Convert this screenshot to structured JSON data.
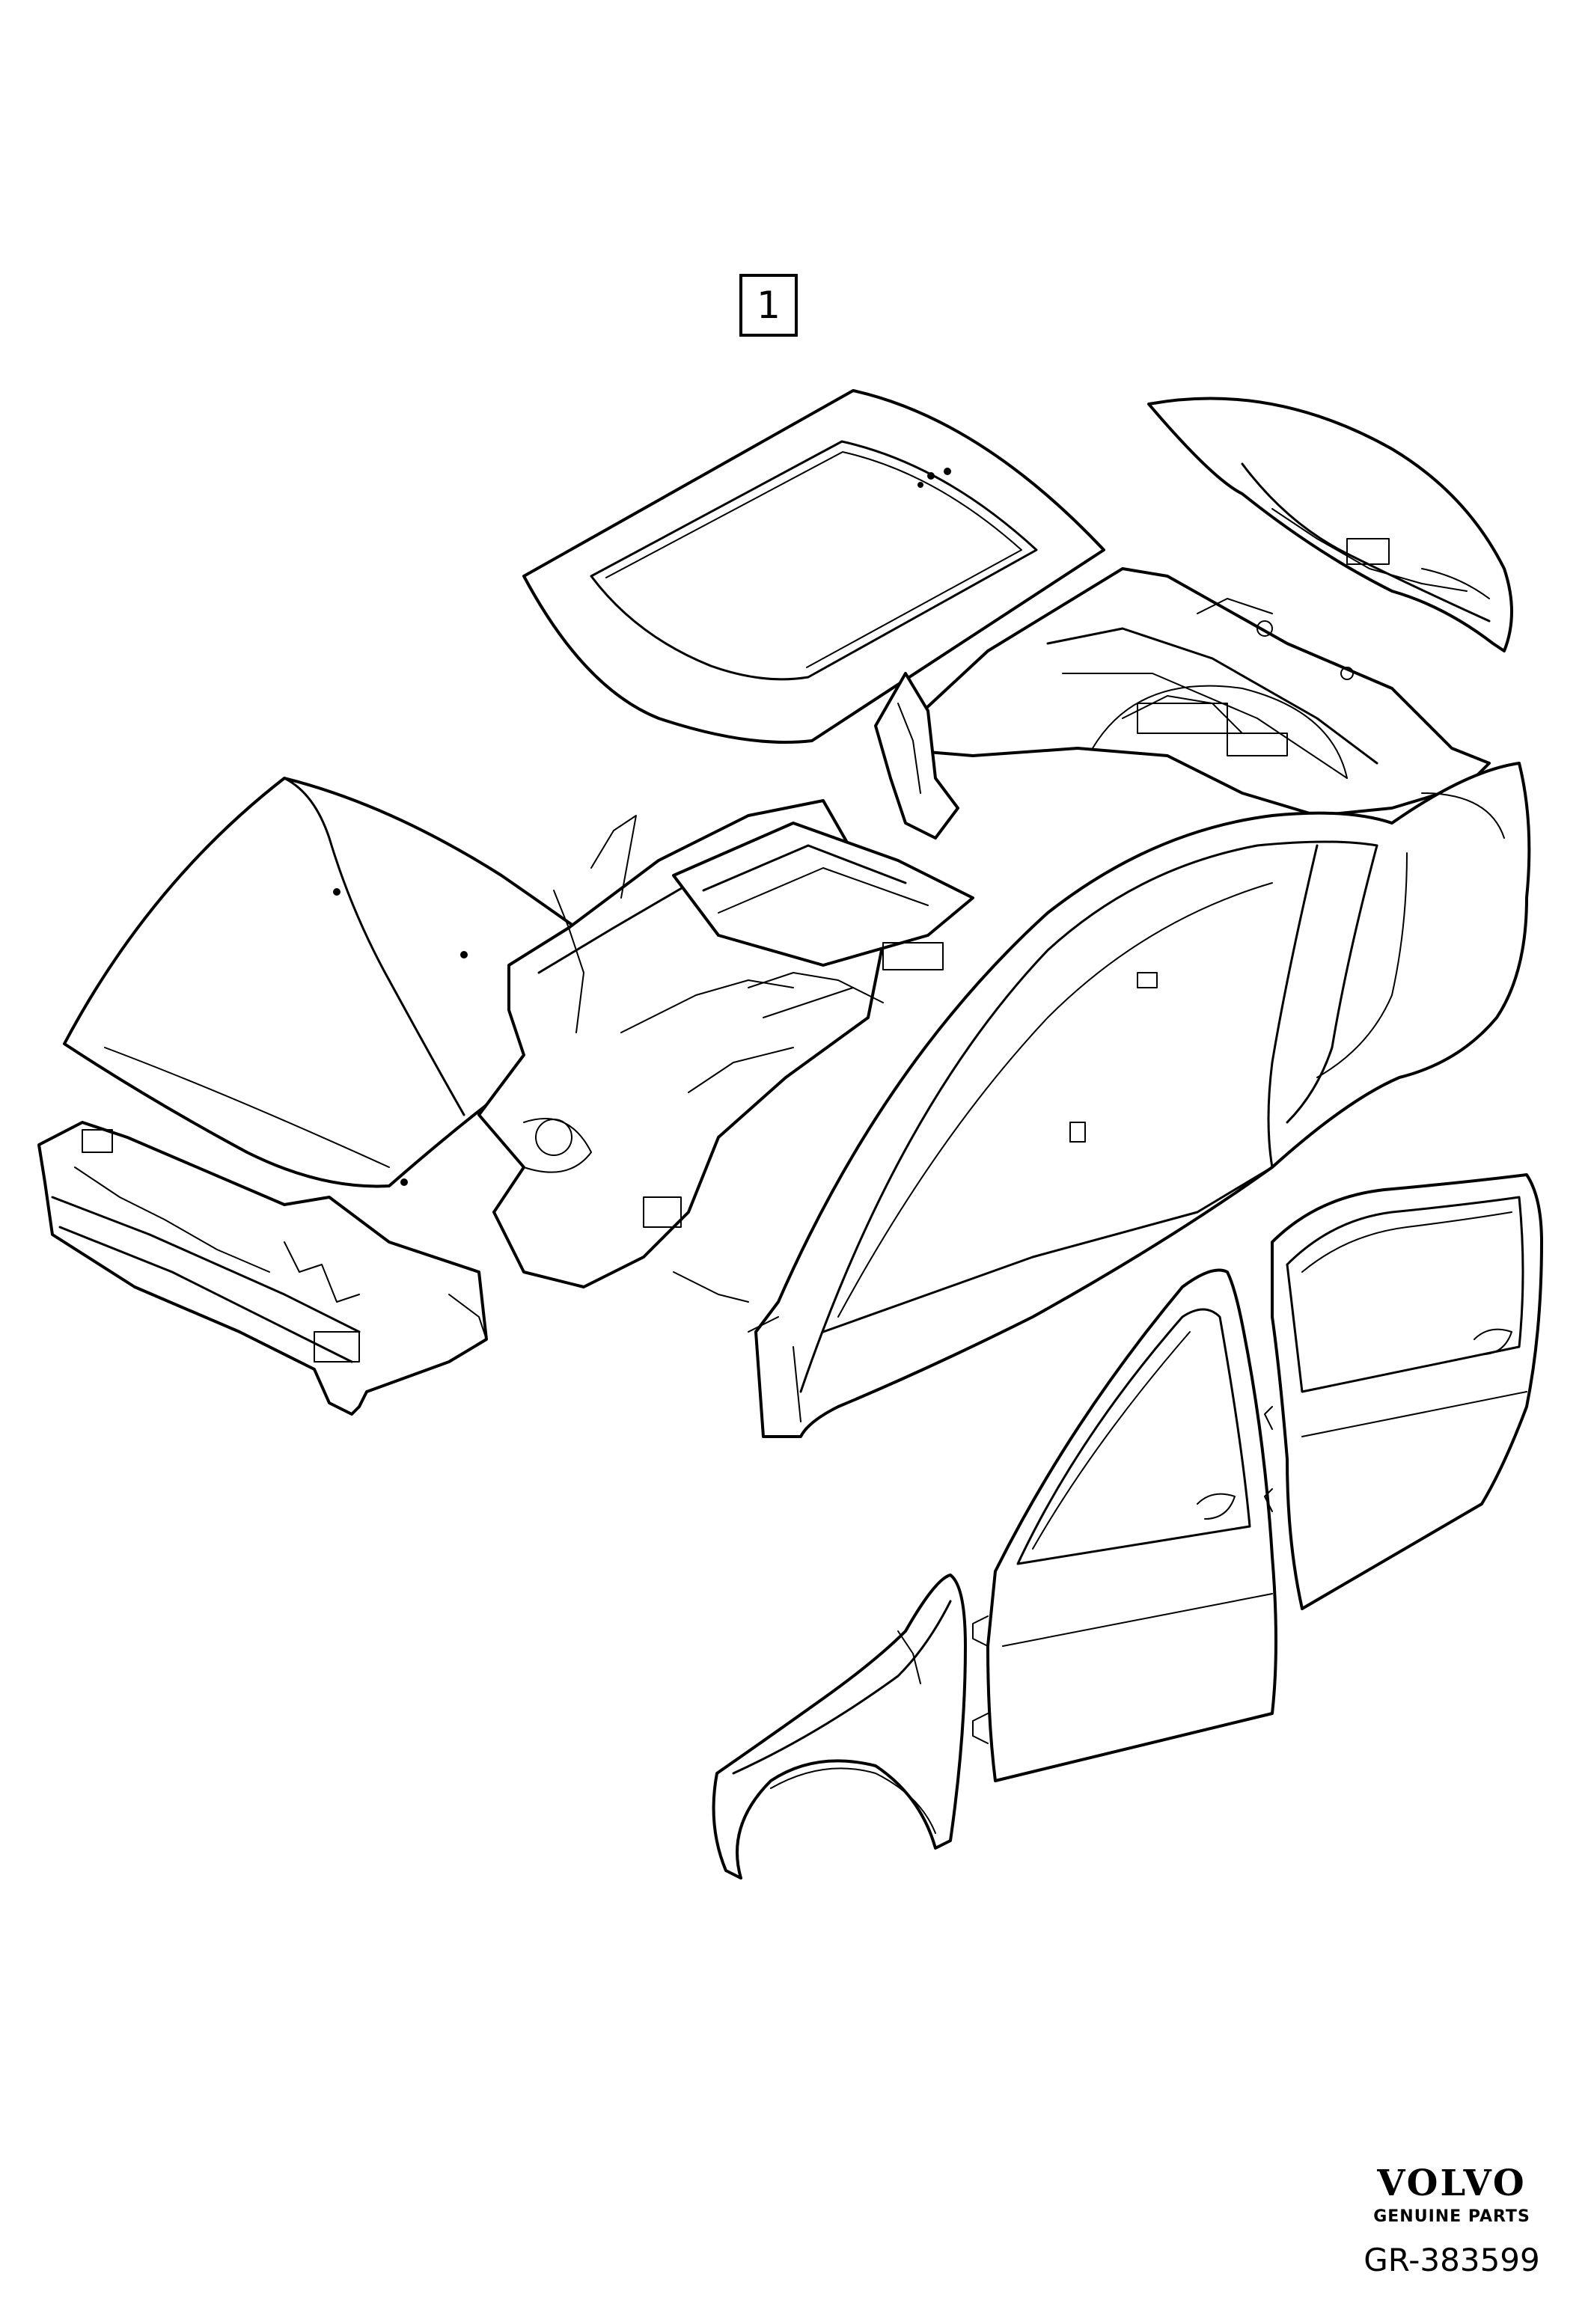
{
  "callout": {
    "number": "1"
  },
  "branding": {
    "brand": "VOLVO",
    "tagline": "GENUINE PARTS"
  },
  "reference": {
    "code": "GR-383599"
  },
  "parts": [
    {
      "icon": "roof-panel-icon"
    },
    {
      "icon": "trunk-lid-icon"
    },
    {
      "icon": "hood-icon"
    },
    {
      "icon": "body-shell-icon"
    },
    {
      "icon": "front-fender-icon"
    },
    {
      "icon": "front-door-icon"
    },
    {
      "icon": "rear-door-icon"
    }
  ],
  "colors": {
    "line": "#000000",
    "background": "#ffffff"
  }
}
